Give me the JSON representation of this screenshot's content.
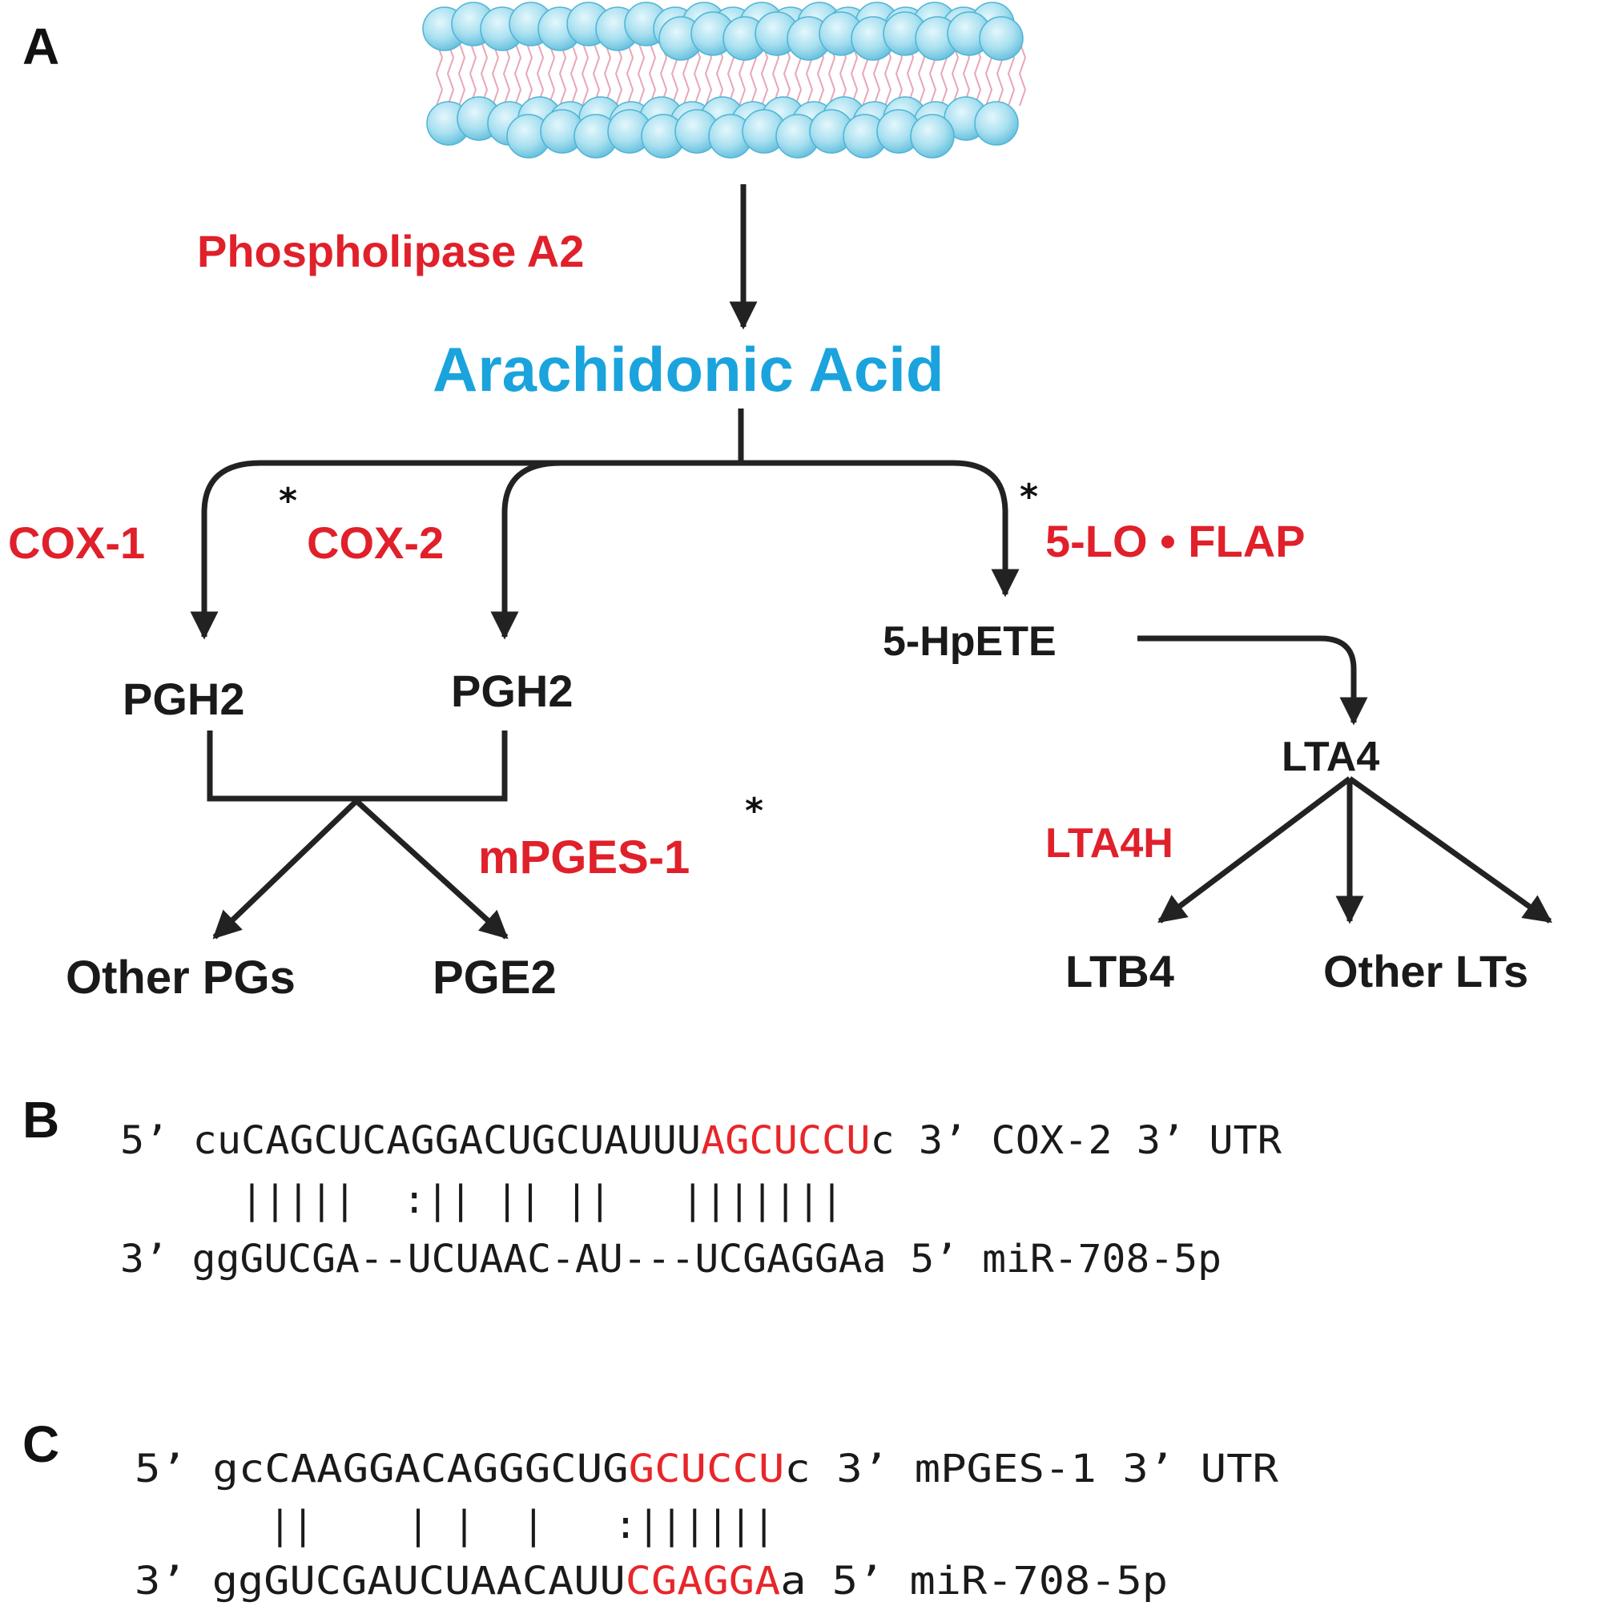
{
  "panels": {
    "a": "A",
    "b": "B",
    "c": "C"
  },
  "colors": {
    "enzyme": "#e0202a",
    "substrate": "#1aa3dd",
    "membrane": "#aee4f2",
    "text": "#1a1a1a"
  },
  "icons": {
    "membrane": "lipid-bilayer-icon"
  },
  "pathway": {
    "enzymes": {
      "pla2": "Phospholipase A2",
      "cox1": "COX-1",
      "cox2": "COX-2",
      "lo_flap": "5-LO • FLAP",
      "mpges1": "mPGES-1",
      "lta4h": "LTA4H"
    },
    "substrate": "Arachidonic Acid",
    "metabolites": {
      "pgh2_a": "PGH2",
      "pgh2_b": "PGH2",
      "hpete": "5-HpETE",
      "lta4": "LTA4",
      "other_pgs": "Other PGs",
      "pge2": "PGE2",
      "ltb4": "LTB4",
      "other_lts": "Other LTs"
    },
    "asterisk": "*"
  },
  "alignments": {
    "b": {
      "top": {
        "prefix": "5’ cuCAGCUCAGGACUGCUAUUU",
        "highlight": "AGCUCCU",
        "suffix": "c 3’",
        "label": "COX-2 3’ UTR"
      },
      "pairs": "|||||  :|| || ||   |||||||",
      "bottom": {
        "prefix": "3’ ggGUCGA--UCUAAC-AU---UCGAGGAa 5’",
        "label": "miR-708-5p"
      }
    },
    "c": {
      "top": {
        "prefix": "5’ gcCAAGGACAGGGCUG",
        "highlight": "GCUCCU",
        "suffix": "c 3’",
        "label": "mPGES-1 3’ UTR"
      },
      "pairs": "||    | |  |   :||||||",
      "bottom": {
        "prefix": "3’ ggGUCGAUCUAACAUU",
        "highlight": "CGAGGA",
        "suffix": "a 5’",
        "label": "miR-708-5p"
      }
    }
  }
}
